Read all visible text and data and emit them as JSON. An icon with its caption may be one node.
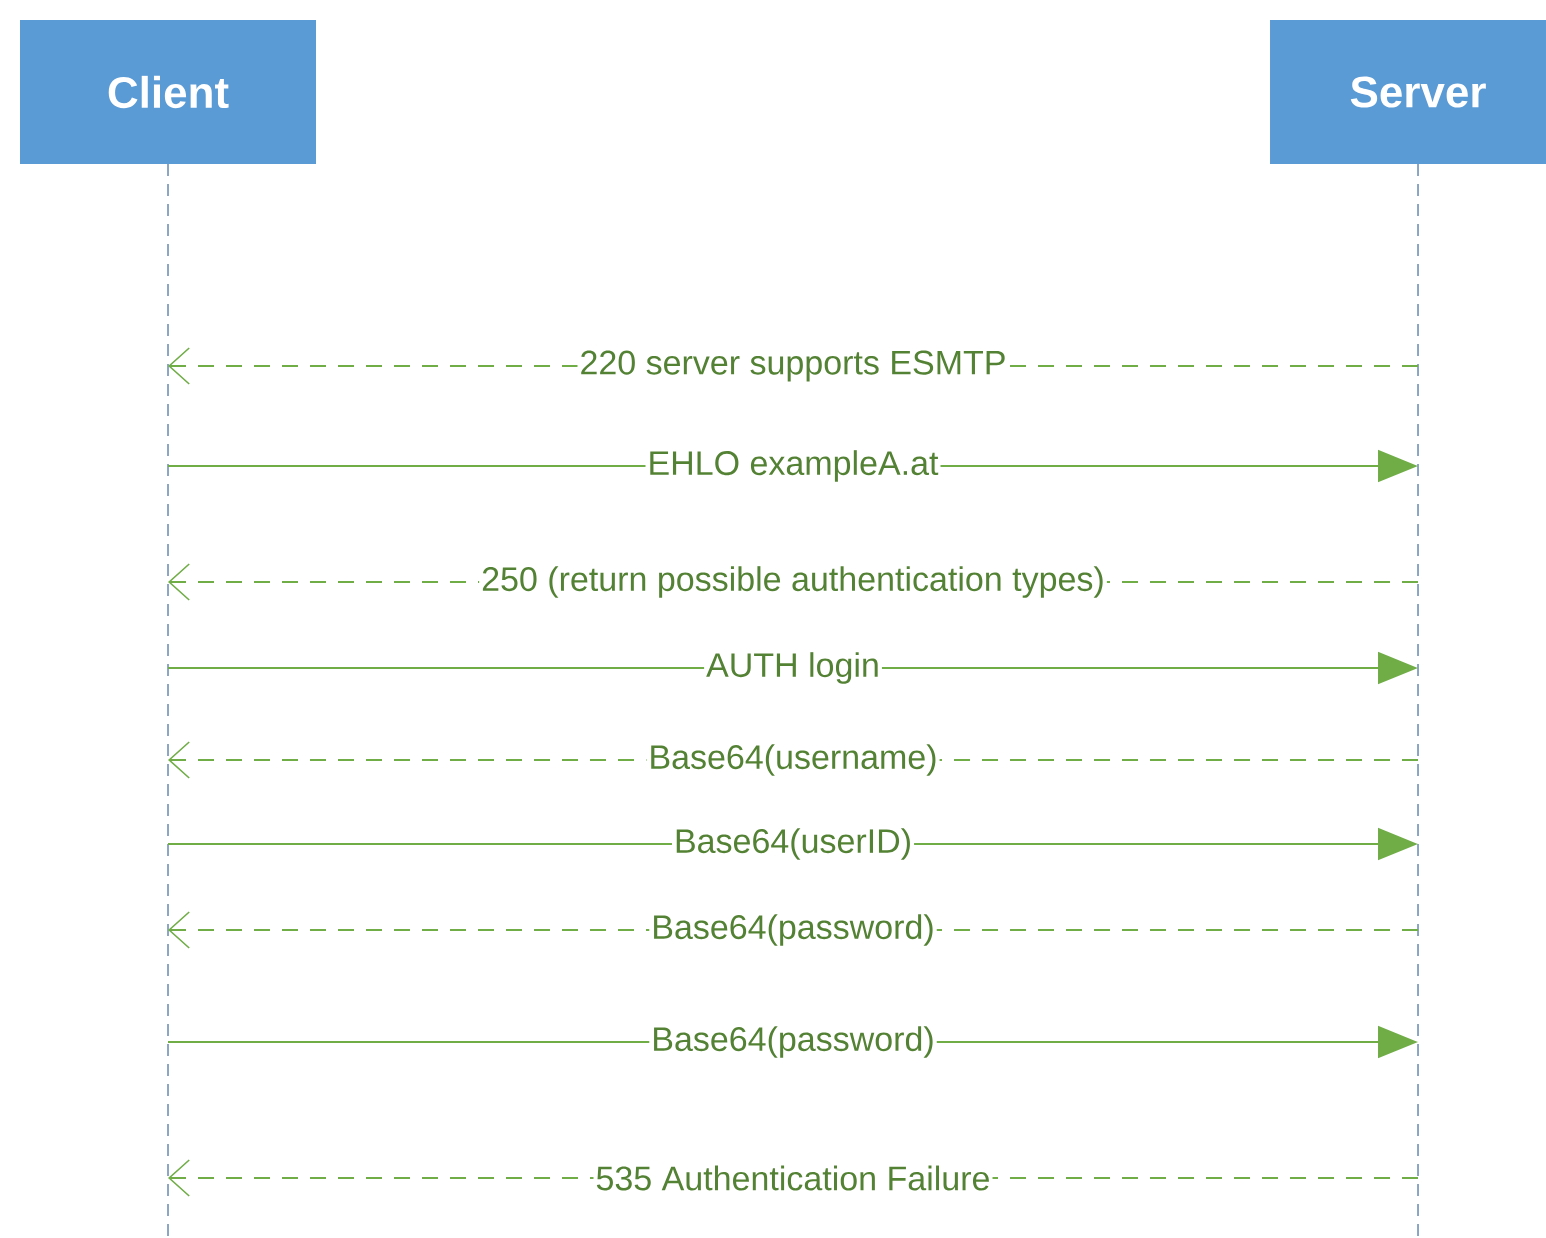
{
  "diagram": {
    "nodes": [
      {
        "text": [
          "Client"
        ]
      },
      {
        "text": [
          "Server"
        ]
      }
    ],
    "edges": [
      {
        "from": 1,
        "to": 0,
        "arrow": "to",
        "label": "220 server supports ESMTP",
        "style": "dashed"
      },
      {
        "from": 0,
        "to": 1,
        "arrow": "to",
        "label": "EHLO exampleA.at"
      },
      {
        "from": 1,
        "to": 0,
        "arrow": "to",
        "label": "250 (return possible authentication types)",
        "style": "dashed"
      },
      {
        "from": 0,
        "to": 1,
        "arrow": "to",
        "label": "AUTH login"
      },
      {
        "from": 1,
        "to": 0,
        "arrow": "to",
        "label": "Base64(username)",
        "style": "dashed"
      },
      {
        "from": 0,
        "to": 1,
        "arrow": "to",
        "label": "Base64(userID)"
      },
      {
        "from": 1,
        "to": 0,
        "arrow": "to",
        "label": "Base64(password)",
        "style": "dashed"
      },
      {
        "from": 0,
        "to": 1,
        "arrow": "to",
        "label": "Base64(password)"
      },
      {
        "from": 1,
        "to": 0,
        "arrow": "to",
        "label": "535 Authentication Failure",
        "style": "dashed"
      }
    ]
  }
}
